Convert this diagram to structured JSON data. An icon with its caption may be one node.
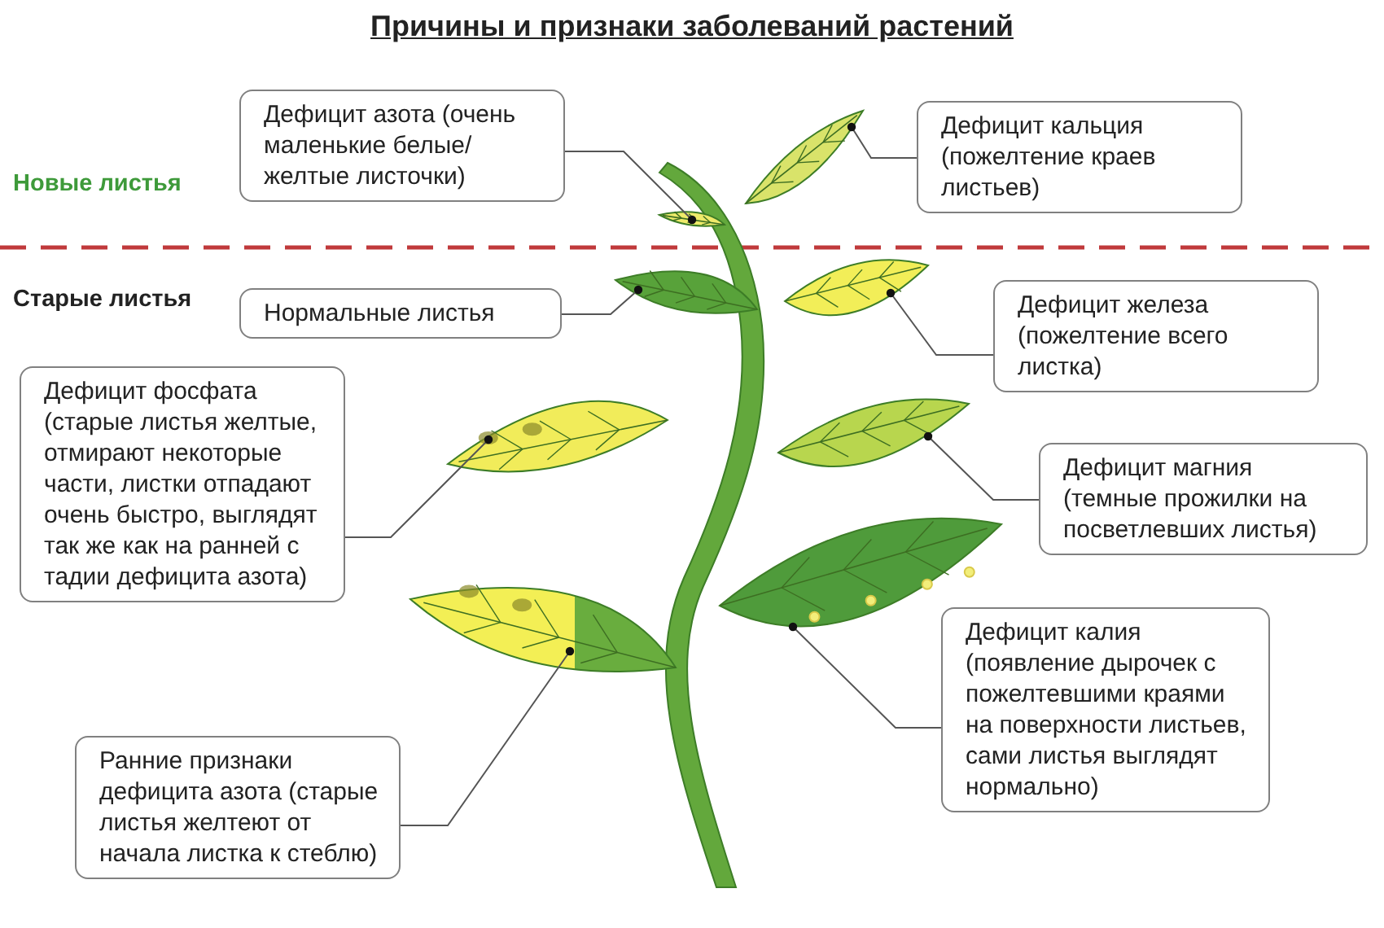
{
  "diagram": {
    "title": "Причины и признаки заболеваний растений",
    "nodes": [
      {
        "text": [
          "Дефицит азота (очень маленькие белые/ желтые листочки)"
        ]
      },
      {
        "text": [
          "Дефицит кальция (пожелтение краев листьев)"
        ]
      },
      {
        "text": [
          "Нормальные листья"
        ]
      },
      {
        "text": [
          "Дефицит железа (пожелтение всего листка)"
        ]
      },
      {
        "text": [
          "Дефицит фосфата (старые листья желтые, отмирают некоторые части, листки отпадают очень быстро, выглядят так же как на ранней с тадии дефицита азота)"
        ]
      },
      {
        "text": [
          "Дефицит магния (темные прожилки на посветлевших листья)"
        ]
      },
      {
        "text": [
          "Дефицит калия (появление дырочек с пожелтевшими краями на поверхности листьев, сами листья выглядят нормально)"
        ]
      },
      {
        "text": [
          "Ранние признаки дефицита азота (старые листья желтеют от начала листка к стеблю)"
        ]
      },
      {
        "text": [],
        "shape": "leaf"
      },
      {
        "text": [],
        "shape": "leaf"
      },
      {
        "text": [],
        "shape": "leaf"
      },
      {
        "text": [],
        "shape": "leaf"
      },
      {
        "text": [],
        "shape": "leaf"
      },
      {
        "text": [],
        "shape": "leaf"
      },
      {
        "text": [],
        "shape": "leaf"
      },
      {
        "text": [],
        "shape": "leaf"
      }
    ],
    "edges": [
      {
        "from": 0,
        "to": 8,
        "arrow": "other"
      },
      {
        "from": 1,
        "to": 9,
        "arrow": "other"
      },
      {
        "from": 2,
        "to": 10,
        "arrow": "other"
      },
      {
        "from": 3,
        "to": 11,
        "arrow": "other"
      },
      {
        "from": 4,
        "to": 12,
        "arrow": "other"
      },
      {
        "from": 5,
        "to": 13,
        "arrow": "other"
      },
      {
        "from": 6,
        "to": 14,
        "arrow": "other"
      },
      {
        "from": 7,
        "to": 15,
        "arrow": "other"
      }
    ],
    "labels": [
      "Новые листья",
      "Старые листья"
    ]
  }
}
